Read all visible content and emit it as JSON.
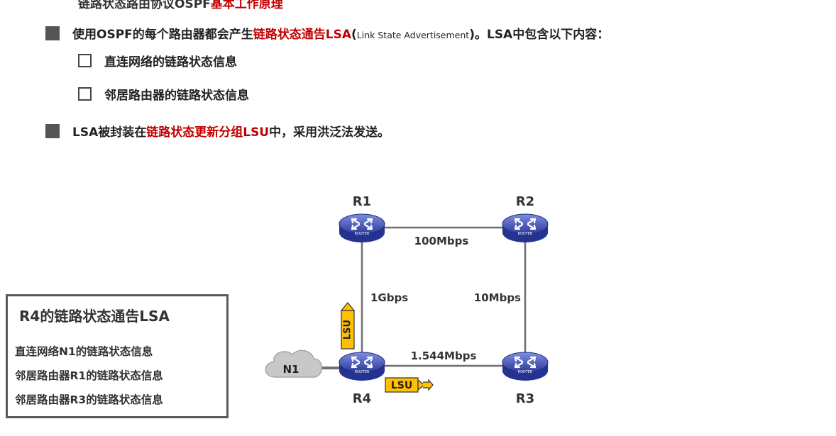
{
  "top_partial": {
    "pre": "链路状态路由协议OSPF",
    "red": "基本工作原理",
    "post": ""
  },
  "bullets": [
    {
      "pre": "使用OSPF的每个路由器都会产生",
      "red": "链路状态通告LSA",
      "paren_open": "(",
      "small": "Link State Advertisement",
      "paren_close": ")",
      "post": "。LSA中包含以下内容："
    },
    {
      "pre": "LSA被封装在",
      "red": "链路状态更新分组LSU",
      "post": "中，采用洪泛法发送。"
    }
  ],
  "sub_items": [
    "直连网络的链路状态信息",
    "邻居路由器的链路状态信息"
  ],
  "routers": {
    "r1": "R1",
    "r2": "R2",
    "r3": "R3",
    "r4": "R4"
  },
  "router_chip_label": "ROUTER",
  "links": {
    "r1_r2": "100Mbps",
    "r1_r4": "1Gbps",
    "r2_r3": "10Mbps",
    "r4_r3": "1.544Mbps"
  },
  "network": "N1",
  "packets": {
    "vertical": "LSU",
    "horizontal": "LSU"
  },
  "lsa_box": {
    "title": "R4的链路状态通告LSA",
    "lines": [
      "直连网络N1的链路状态信息",
      "邻居路由器R1的链路状态信息",
      "邻居路由器R3的链路状态信息"
    ]
  },
  "colors": {
    "accent_red": "#c00000",
    "router_blue": "#3f51b5",
    "packet_yellow": "#ffc000",
    "link_gray": "#6f6f6f"
  }
}
